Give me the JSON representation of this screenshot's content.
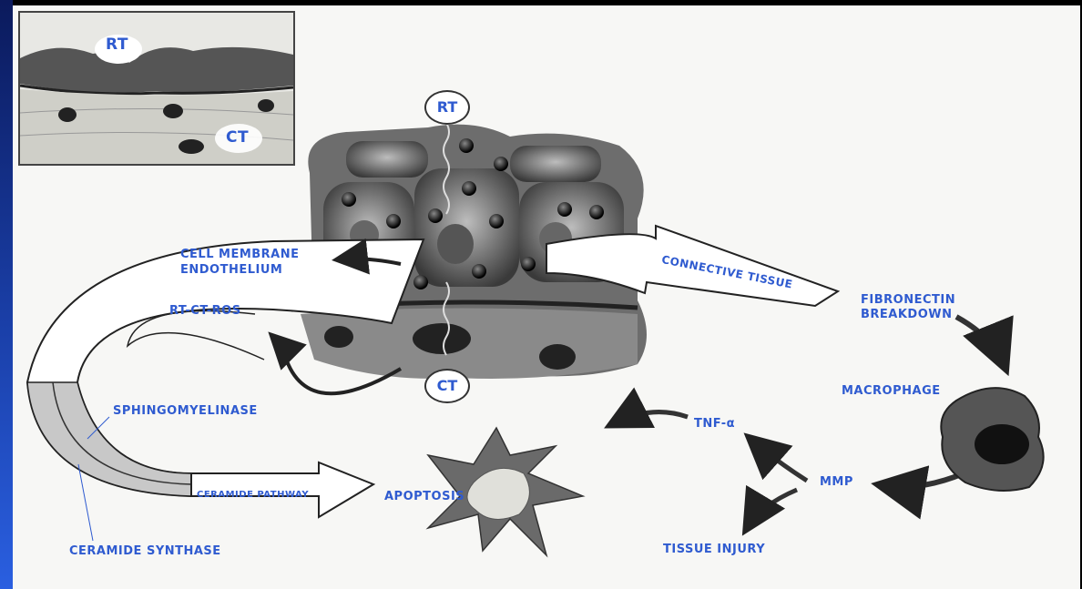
{
  "inset": {
    "rt_label": "RT",
    "ct_label": "CT"
  },
  "main": {
    "rt_circle": "RT",
    "ct_circle": "CT"
  },
  "labels": {
    "cell_membrane": "CELL MEMBRANE",
    "endothelium": "ENDOTHELIUM",
    "connective_tissue": "CONNECTIVE TISSUE",
    "fibronectin": "FIBRONECTIN",
    "breakdown": "BREAKDOWN",
    "rt_ct_ros": "RT-CT-ROS",
    "macrophage": "MACROPHAGE",
    "sphingomyelinase": "SPHINGOMYELINASE",
    "tnf_alpha": "TNF-α",
    "mmp": "MMP",
    "ceramide_pathway": "CERAMIDE PATHWAY",
    "apoptosis": "APOPTOSIS",
    "tissue_injury": "TISSUE INJURY",
    "ceramide_synthase": "CERAMIDE SYNTHASE"
  },
  "colors": {
    "label_blue": "#2f5bd0",
    "side_bar": "#1a3fa8"
  }
}
